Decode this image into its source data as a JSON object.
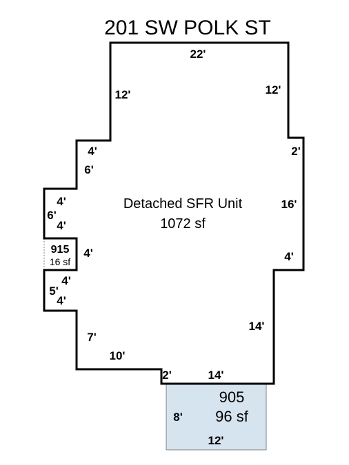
{
  "title": "201 SW POLK ST",
  "main_unit": {
    "name": "Detached SFR Unit",
    "area": "1072 sf"
  },
  "small_area": {
    "code": "915",
    "area": "16 sf"
  },
  "garage_area": {
    "code": "905",
    "area": "96 sf"
  },
  "dimensions": {
    "top": "22'",
    "upper_left": "12'",
    "upper_right": "12'",
    "step_left_horiz": "4'",
    "step_left_vert": "6'",
    "right_step_horiz": "2'",
    "right_vert": "16'",
    "bump_top_horiz": "4'",
    "bump_vert": "6'",
    "bump_bottom_horiz": "4'",
    "small_right": "4'",
    "small_lower_top": "4'",
    "small_lower_vert": "5'",
    "small_lower_bottom": "4'",
    "right_inset": "4'",
    "right_lower_vert": "14'",
    "lower_left_vert": "7'",
    "bottom_left_horiz": "10'",
    "bottom_step_vert": "2'",
    "bottom_horiz": "14'",
    "garage_vert": "8'",
    "garage_horiz": "12'"
  },
  "colors": {
    "line": "#000000",
    "garage_fill": "#d6e4f0",
    "garage_border": "#7f7f7f"
  }
}
